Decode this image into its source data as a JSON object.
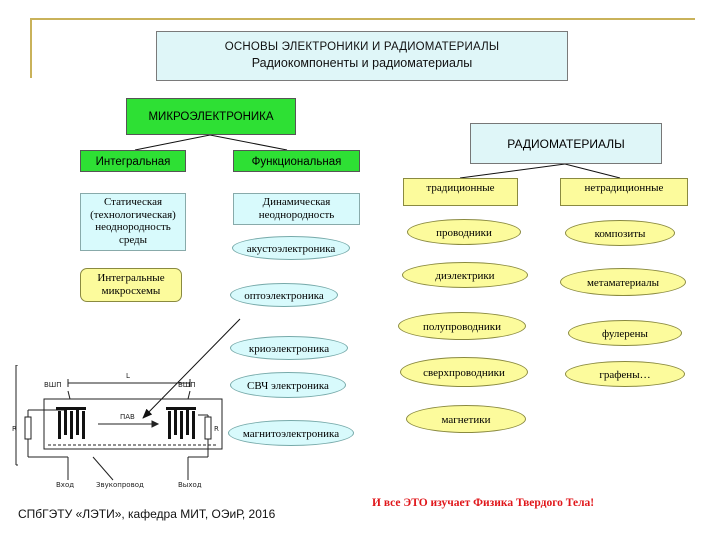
{
  "header": {
    "line1": "ОСНОВЫ ЭЛЕКТРОНИКИ И РАДИОМАТЕРИАЛЫ",
    "line2": "Радиокомпоненты и радиоматериалы"
  },
  "micro": {
    "title": "МИКРОЭЛЕКТРОНИКА",
    "integral": {
      "title": "Интегральная",
      "static": "Статическая (технологическая) неоднородность среды",
      "ic": "Интегральные микросхемы"
    },
    "functional": {
      "title": "Функциональная",
      "dynamic": "Динамическая неоднородность",
      "items": [
        "акустоэлектроника",
        "оптоэлектроника",
        "криоэлектроника",
        "СВЧ электроника",
        "магнитоэлектроника"
      ]
    }
  },
  "radio": {
    "title": "РАДИОМАТЕРИАЛЫ",
    "traditional": {
      "title": "традиционные",
      "items": [
        "проводники",
        "диэлектрики",
        "полупроводники",
        "сверхпроводники",
        "магнетики"
      ]
    },
    "nontraditional": {
      "title": "нетрадиционные",
      "items": [
        "композиты",
        "метаматериалы",
        "фулерены",
        "графены…"
      ]
    }
  },
  "figure": {
    "labels": [
      "L",
      "ВШП",
      "ВШП",
      "ПАВ",
      "R",
      "R",
      "Звукопровод",
      "Вход",
      "Выход"
    ]
  },
  "footer": "СПбГЭТУ «ЛЭТИ», кафедра МИТ, ОЭиР, 2016",
  "note": "И все ЭТО изучает Физика Твердого Тела!"
}
